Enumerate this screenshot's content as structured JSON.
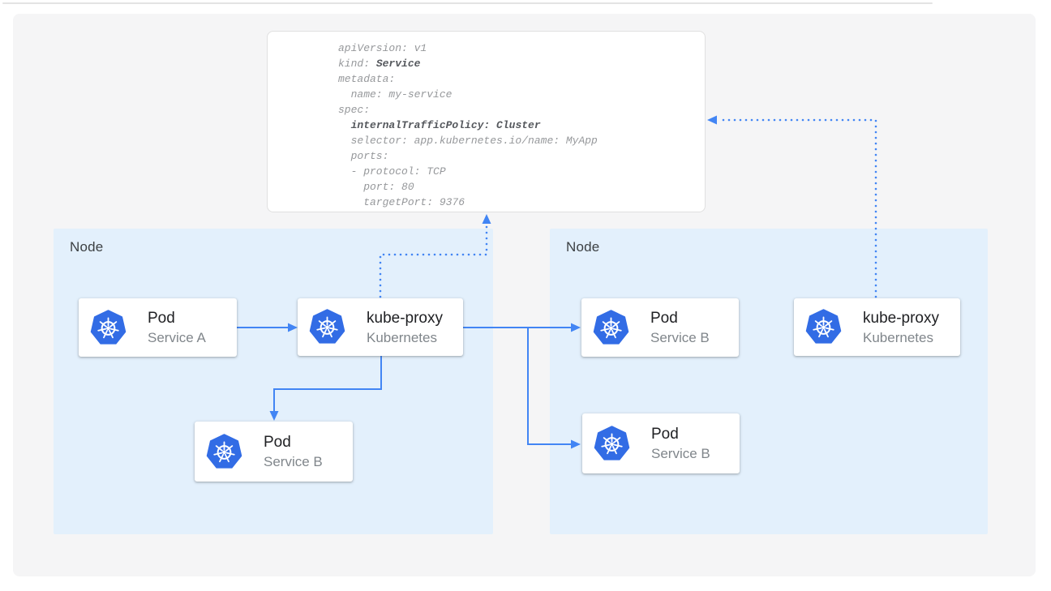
{
  "diagram": {
    "yaml_card": {
      "lines": [
        {
          "segments": [
            {
              "text": "apiVersion: v1",
              "bold": false
            }
          ]
        },
        {
          "segments": [
            {
              "text": "kind: ",
              "bold": false
            },
            {
              "text": "Service",
              "bold": true
            }
          ]
        },
        {
          "segments": [
            {
              "text": "metadata:",
              "bold": false
            }
          ]
        },
        {
          "segments": [
            {
              "text": "  name: my-service",
              "bold": false
            }
          ]
        },
        {
          "segments": [
            {
              "text": "spec:",
              "bold": false
            }
          ]
        },
        {
          "segments": [
            {
              "text": "  ",
              "bold": false
            },
            {
              "text": "internalTrafficPolicy: Cluster",
              "bold": true
            }
          ]
        },
        {
          "segments": [
            {
              "text": "  selector: app.kubernetes.io/name: MyApp",
              "bold": false
            }
          ]
        },
        {
          "segments": [
            {
              "text": "  ports:",
              "bold": false
            }
          ]
        },
        {
          "segments": [
            {
              "text": "  - protocol: TCP",
              "bold": false
            }
          ]
        },
        {
          "segments": [
            {
              "text": "    port: 80",
              "bold": false
            }
          ]
        },
        {
          "segments": [
            {
              "text": "    targetPort: 9376",
              "bold": false
            }
          ]
        }
      ]
    },
    "nodes": [
      {
        "label": "Node"
      },
      {
        "label": "Node"
      }
    ],
    "cards": [
      {
        "id": "pod-service-a",
        "title": "Pod",
        "subtitle": "Service A",
        "icon": "kubernetes-icon",
        "node": 0
      },
      {
        "id": "kube-proxy-left",
        "title": "kube-proxy",
        "subtitle": "Kubernetes",
        "icon": "kubernetes-icon",
        "node": 0
      },
      {
        "id": "pod-service-b-left",
        "title": "Pod",
        "subtitle": "Service B",
        "icon": "kubernetes-icon",
        "node": 0
      },
      {
        "id": "pod-service-b-right-top",
        "title": "Pod",
        "subtitle": "Service B",
        "icon": "kubernetes-icon",
        "node": 1
      },
      {
        "id": "pod-service-b-right-bottom",
        "title": "Pod",
        "subtitle": "Service B",
        "icon": "kubernetes-icon",
        "node": 1
      },
      {
        "id": "kube-proxy-right",
        "title": "kube-proxy",
        "subtitle": "Kubernetes",
        "icon": "kubernetes-icon",
        "node": 1
      }
    ],
    "connections": [
      {
        "from": "pod-service-a",
        "to": "kube-proxy-left",
        "style": "solid"
      },
      {
        "from": "kube-proxy-left",
        "to": "pod-service-b-right-top",
        "style": "solid"
      },
      {
        "from": "kube-proxy-left",
        "to": "pod-service-b-right-bottom",
        "style": "solid"
      },
      {
        "from": "kube-proxy-left",
        "to": "pod-service-b-left",
        "style": "solid"
      },
      {
        "from": "kube-proxy-left",
        "to": "service-yaml-card",
        "style": "dotted"
      },
      {
        "from": "kube-proxy-right",
        "to": "service-yaml-card",
        "style": "dotted"
      }
    ],
    "colors": {
      "arrow_blue": "#4285f4",
      "kubernetes_blue": "#326ce5",
      "node_background": "#e3f0fc",
      "canvas_background": "#f5f5f6",
      "yaml_text": "#96989b",
      "yaml_bold_text": "#55585d"
    }
  }
}
